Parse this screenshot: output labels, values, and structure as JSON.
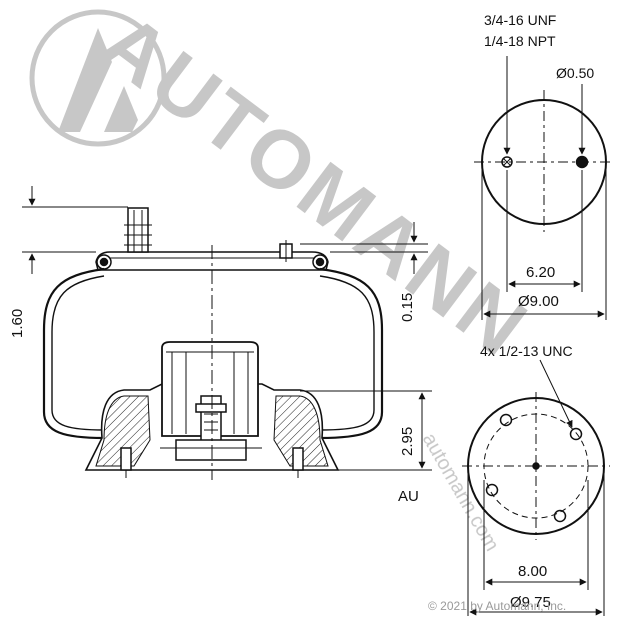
{
  "watermark": {
    "brand": "AUTOMANN",
    "url": "automann.com",
    "copyright": "© 2021 by Automann, Inc."
  },
  "top_view": {
    "thread_label_1": "3/4-16 UNF",
    "thread_label_2": "1/4-18 NPT",
    "hole_dia_label": "Ø0.50",
    "stud_spacing_label": "6.20",
    "plate_dia_label": "Ø9.00"
  },
  "bottom_view": {
    "bolt_label": "4x 1/2-13 UNC",
    "bolt_circle_label": "8.00",
    "piston_dia_label": "Ø9.75"
  },
  "side_view": {
    "stud_height_label": "1.60",
    "plate_thickness_label": "0.15",
    "piston_height_label": "2.95",
    "suffix_label": "AU"
  }
}
